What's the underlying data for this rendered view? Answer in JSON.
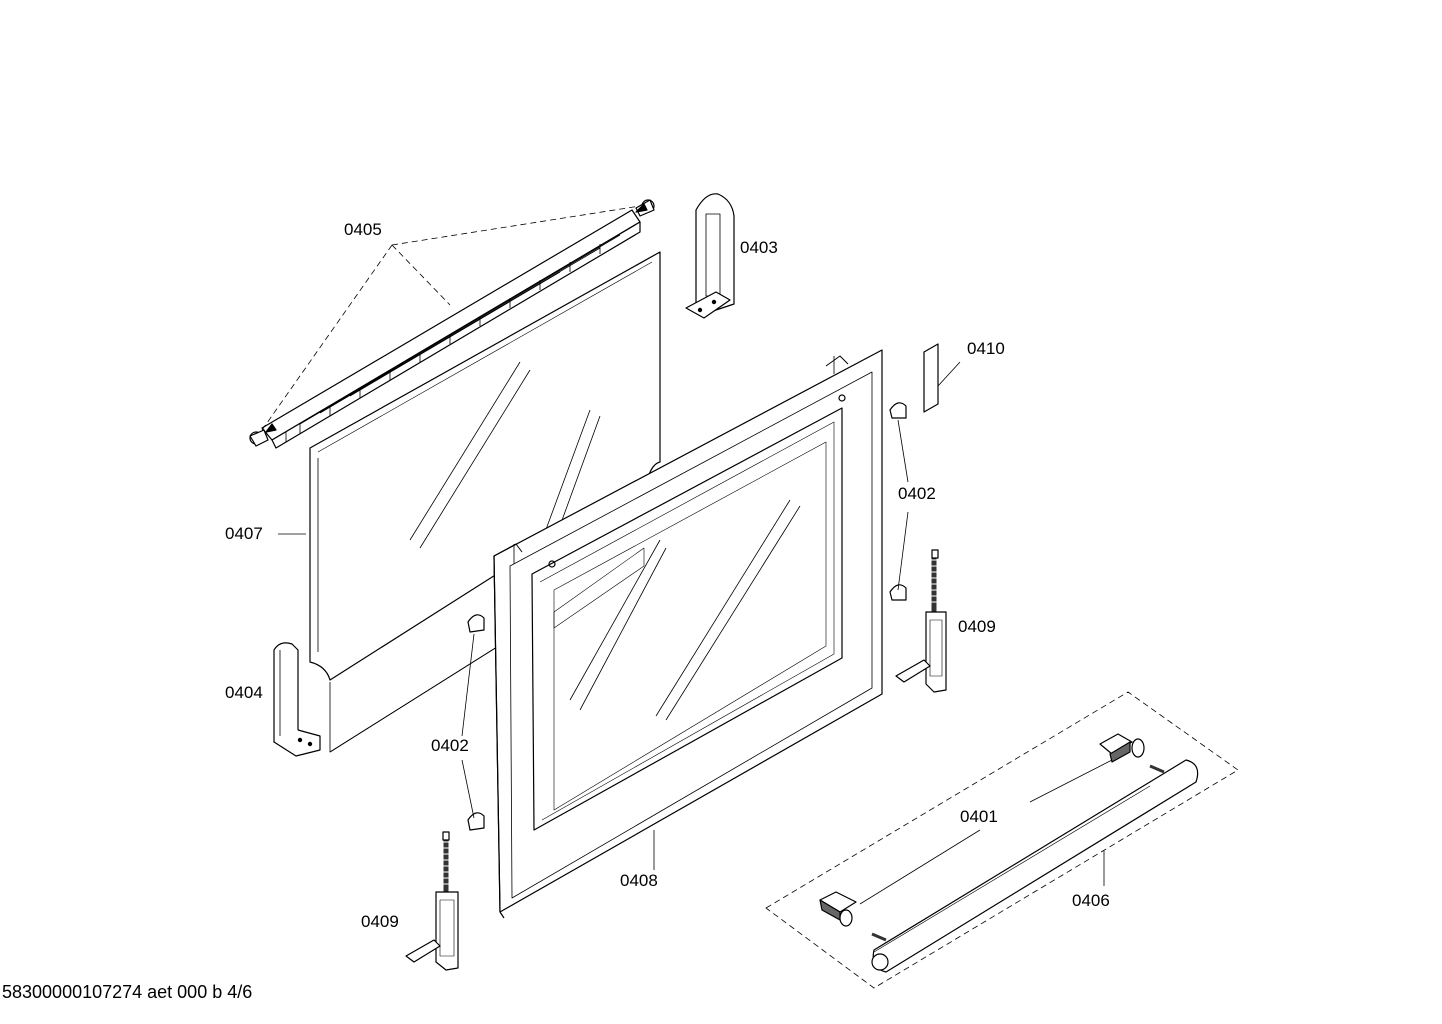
{
  "diagram": {
    "callouts": [
      {
        "id": "0405",
        "text": "0405"
      },
      {
        "id": "0403",
        "text": "0403"
      },
      {
        "id": "0410",
        "text": "0410"
      },
      {
        "id": "0402a",
        "text": "0402"
      },
      {
        "id": "0407",
        "text": "0407"
      },
      {
        "id": "0409a",
        "text": "0409"
      },
      {
        "id": "0404",
        "text": "0404"
      },
      {
        "id": "0402b",
        "text": "0402"
      },
      {
        "id": "0401",
        "text": "0401"
      },
      {
        "id": "0408",
        "text": "0408"
      },
      {
        "id": "0406",
        "text": "0406"
      },
      {
        "id": "0409b",
        "text": "0409"
      }
    ],
    "footer": "58300000107274 aet 000 b 4/6"
  },
  "colors": {
    "line": "#000000",
    "fill": "#ffffff",
    "shade": "#555555"
  }
}
